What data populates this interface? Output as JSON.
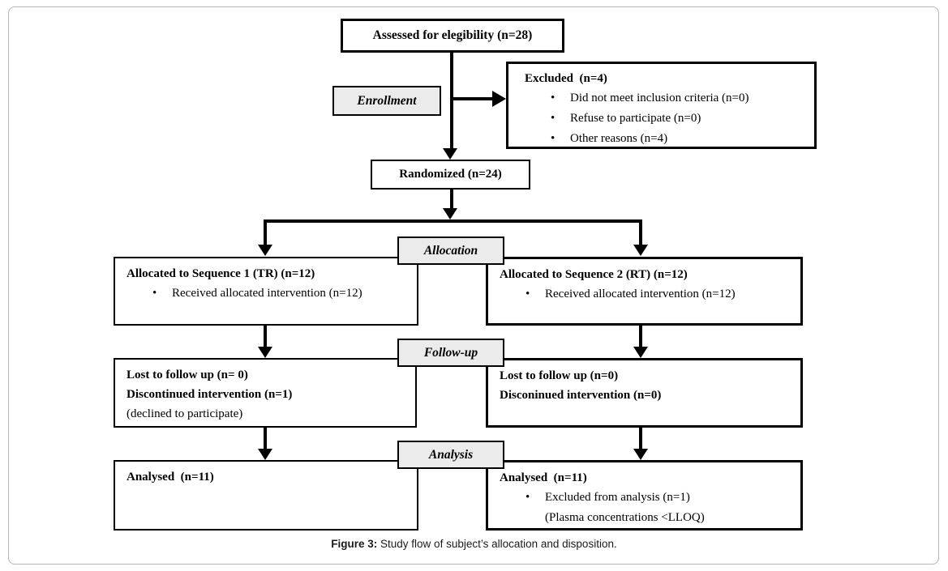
{
  "figure": {
    "caption_label": "Figure 3:",
    "caption_text": " Study flow of subject’s allocation and disposition."
  },
  "stages": {
    "enrollment": "Enrollment",
    "allocation": "Allocation",
    "followup": "Follow-up",
    "analysis": "Analysis"
  },
  "boxes": {
    "assessed": {
      "title": "Assessed for elegibility (n=28)"
    },
    "excluded": {
      "title": "Excluded  (n=4)",
      "bullets": [
        "Did not meet inclusion criteria (n=0)",
        "Refuse to participate (n=0)",
        "Other reasons (n=4)"
      ]
    },
    "randomized": {
      "title": "Randomized (n=24)"
    },
    "alloc_left": {
      "title": "Allocated to Sequence 1 (TR) (n=12)",
      "bullets": [
        "Received allocated intervention (n=12)"
      ]
    },
    "alloc_right": {
      "title": "Allocated to Sequence 2 (RT) (n=12)",
      "bullets": [
        "Received allocated intervention (n=12)"
      ]
    },
    "fu_left": {
      "line1": "Lost to follow up (n= 0)",
      "line2": "Discontinued intervention (n=1)",
      "line3": "(declined to participate)"
    },
    "fu_right": {
      "line1": "Lost to follow up (n=0)",
      "line2": "Disconinued intervention (n=0)"
    },
    "an_left": {
      "title": "Analysed  (n=11)"
    },
    "an_right": {
      "title": "Analysed  (n=11)",
      "bullets": [
        "Excluded from analysis (n=1)"
      ],
      "note": "(Plasma concentrations <LLOQ)"
    }
  },
  "colors": {
    "box_border": "#000000",
    "stage_fill": "#ebebeb",
    "page_border": "#b5b5b5"
  }
}
